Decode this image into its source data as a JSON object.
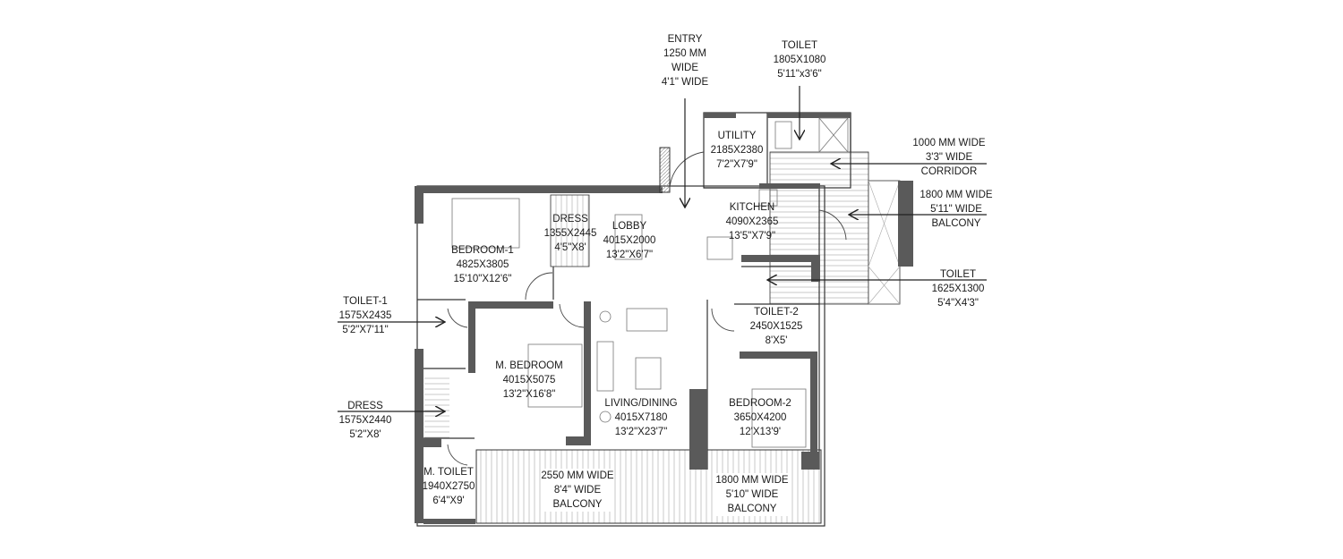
{
  "colors": {
    "wall": "#5a5a5a",
    "line": "#333333",
    "hatch": "#bbbbbb",
    "background": "#ffffff"
  },
  "labels": {
    "entry": [
      "ENTRY",
      "1250 MM",
      "WIDE",
      "4'1\" WIDE"
    ],
    "toilet_top": [
      "TOILET",
      "1805X1080",
      "5'11\"x3'6\""
    ],
    "utility": [
      "UTILITY",
      "2185X2380",
      "7'2\"X7'9\""
    ],
    "kitchen": [
      "KITCHEN",
      "4090X2365",
      "13'5\"X7'9\""
    ],
    "lobby": [
      "LOBBY",
      "4015X2000",
      "13'2\"X6'7\""
    ],
    "dress_top": [
      "DRESS",
      "1355X2445",
      "4'5\"X8'"
    ],
    "bedroom1": [
      "BEDROOM-1",
      "4825X3805",
      "15'10\"X12'6\""
    ],
    "corridor": [
      "1000 MM WIDE",
      "3'3\" WIDE",
      "CORRIDOR"
    ],
    "balcony_right": [
      "1800 MM WIDE",
      "5'11\" WIDE",
      "BALCONY"
    ],
    "toilet_right": [
      "TOILET",
      "1625X1300",
      "5'4\"X4'3\""
    ],
    "toilet1": [
      "TOILET-1",
      "1575X2435",
      "5'2\"X7'11\""
    ],
    "dress_left": [
      "DRESS",
      "1575X2440",
      "5'2\"X8'"
    ],
    "master_bedroom": [
      "M. BEDROOM",
      "4015X5075",
      "13'2\"X16'8\""
    ],
    "living_dining": [
      "LIVING/DINING",
      "4015X7180",
      "13'2\"X23'7\""
    ],
    "bedroom2": [
      "BEDROOM-2",
      "3650X4200",
      "12'X13'9'"
    ],
    "toilet2": [
      "TOILET-2",
      "2450X1525",
      "8'X5'"
    ],
    "master_toilet": [
      "M. TOILET",
      "1940X2750",
      "6'4\"X9'"
    ],
    "balcony_main": [
      "2550 MM WIDE",
      "8'4\" WIDE",
      "BALCONY"
    ],
    "balcony_bedroom2": [
      "1800 MM WIDE",
      "5'10\" WIDE",
      "BALCONY"
    ]
  }
}
